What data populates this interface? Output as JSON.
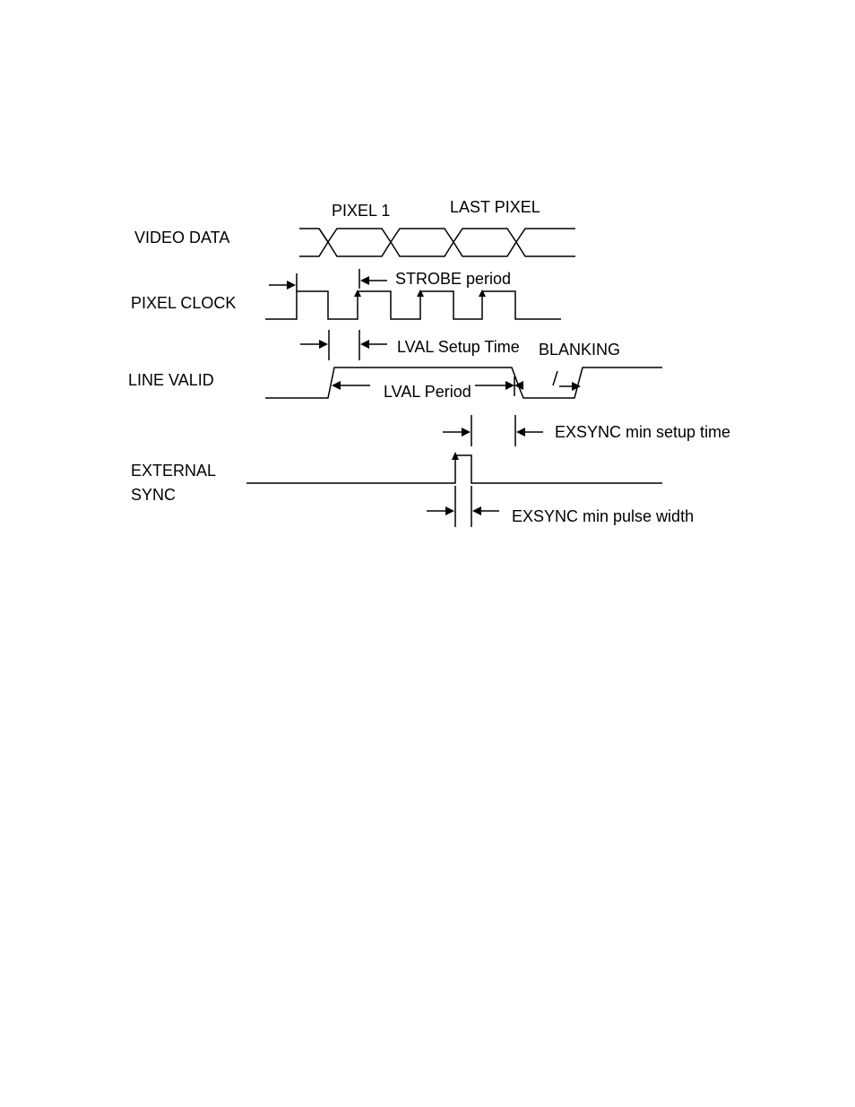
{
  "signals": {
    "video_data": "VIDEO DATA",
    "pixel_clock": "PIXEL CLOCK",
    "line_valid": "LINE VALID",
    "external_sync_line1": "EXTERNAL",
    "external_sync_line2": "SYNC"
  },
  "annotations": {
    "pixel_1": "PIXEL 1",
    "last_pixel": "LAST PIXEL",
    "strobe_period": "STROBE period",
    "lval_setup_time": "LVAL Setup Time",
    "blanking": "BLANKING",
    "lval_period": "LVAL Period",
    "exsync_min_setup_time": "EXSYNC min setup time",
    "exsync_min_pulse_width": "EXSYNC min pulse width"
  }
}
